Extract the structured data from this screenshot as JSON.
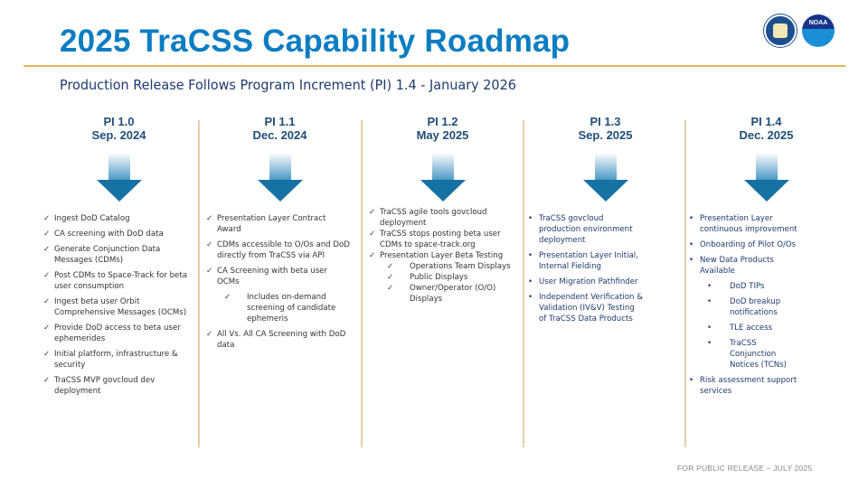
{
  "title": "2025 TraCSS Capability Roadmap",
  "subtitle": "Production Release Follows Program Increment (PI) 1.4 - January 2026",
  "logos": {
    "doc_seal": "Department of Commerce",
    "noaa": "NOAA"
  },
  "footer": "FOR PUBLIC RELEASE – JULY 2025",
  "columns": [
    {
      "pi": "PI 1.0",
      "date": "Sep. 2024",
      "marker": "check",
      "items": [
        {
          "text": "Ingest DoD Catalog"
        },
        {
          "text": "CA screening with DoD data"
        },
        {
          "text": "Generate Conjunction Data Messages (CDMs)"
        },
        {
          "text": "Post CDMs to Space-Track for beta user consumption"
        },
        {
          "text": "Ingest beta user Orbit Comprehensive Messages (OCMs)"
        },
        {
          "text": "Provide DoD access to beta user ephemerides"
        },
        {
          "text": "Initial platform, infrastructure & security"
        },
        {
          "text": "TraCSS MVP govcloud dev deployment"
        }
      ]
    },
    {
      "pi": "PI 1.1",
      "date": "Dec. 2024",
      "marker": "check",
      "items": [
        {
          "text": "Presentation Layer Contract Award"
        },
        {
          "text": "CDMs accessible to O/Os and DoD directly from TraCSS via API"
        },
        {
          "text": "CA Screening with beta user OCMs"
        },
        {
          "text": "Includes on-demand screening of candidate ephemeris",
          "sub": true
        },
        {
          "text": "All Vs. All CA Screening with DoD data"
        }
      ]
    },
    {
      "pi": "PI 1.2",
      "date": "May 2025",
      "marker": "check",
      "tight": true,
      "items": [
        {
          "text": "TraCSS agile tools govcloud deployment"
        },
        {
          "text": "TraCSS stops posting beta user CDMs to space-track.org"
        },
        {
          "text": "Presentation Layer Beta Testing"
        },
        {
          "text": "Operations Team Displays",
          "sub": true
        },
        {
          "text": "Public Displays",
          "sub": true
        },
        {
          "text": "Owner/Operator (O/O) Displays",
          "sub": true
        }
      ]
    },
    {
      "pi": "PI 1.3",
      "date": "Sep. 2025",
      "marker": "bullet",
      "items": [
        {
          "text": "TraCSS govcloud production environment deployment"
        },
        {
          "text": "Presentation Layer Initial, Internal Fielding"
        },
        {
          "text": "User Migration Pathfinder"
        },
        {
          "text": "Independent Verification & Validation (IV&V) Testing of TraCSS Data Products"
        }
      ]
    },
    {
      "pi": "PI 1.4",
      "date": "Dec. 2025",
      "marker": "bullet",
      "items": [
        {
          "text": "Presentation Layer continuous improvement"
        },
        {
          "text": "Onboarding of Pilot O/Os"
        },
        {
          "text": "New Data Products Available"
        },
        {
          "text": "DoD TIPs",
          "sub": true
        },
        {
          "text": "DoD breakup notifications",
          "sub": true
        },
        {
          "text": "TLE access",
          "sub": true
        },
        {
          "text": "TraCSS Conjunction Notices (TCNs)",
          "sub": true
        },
        {
          "text": "Risk assessment support services"
        }
      ]
    }
  ]
}
